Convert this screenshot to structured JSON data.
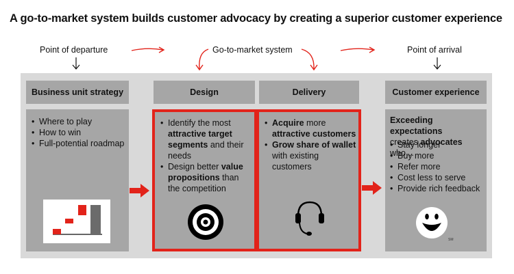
{
  "title": "A go-to-market system builds customer advocacy by creating a superior customer experience",
  "header": {
    "departure": "Point of departure",
    "system": "Go-to-market system",
    "arrival": "Point of arrival"
  },
  "columns": {
    "strategy": {
      "heading": "Business unit strategy",
      "bullets": [
        "Where to play",
        "How to win",
        "Full-potential roadmap"
      ],
      "icon": "bar-chart-icon"
    },
    "design": {
      "heading": "Design",
      "b1_pre": "Identify the most ",
      "b1_bold": "attractive target segments",
      "b1_post": " and their needs",
      "b2_pre": "Design better ",
      "b2_bold": "value propositions",
      "b2_post": " than the competition",
      "icon": "target-icon"
    },
    "delivery": {
      "heading": "Delivery",
      "b1_bold": "Acquire",
      "b1_mid": " more ",
      "b1_bold2": "attractive customers",
      "b2_bold": "Grow share of wallet",
      "b2_post": " with existing customers",
      "icon": "headset-icon"
    },
    "experience": {
      "heading": "Customer experience",
      "intro_bold": "Exceeding expectations",
      "intro_mid": "creates ",
      "intro_bold2": "advocates",
      "intro_post": " who…",
      "bullets": [
        "Stay longer",
        "Buy more",
        "Refer more",
        "Cost less to serve",
        "Provide rich feedback"
      ],
      "icon": "smiley-icon",
      "sm": "SM"
    }
  },
  "colors": {
    "red": "#e2231a",
    "panel": "#a6a6a6",
    "band": "#d9d9d9"
  }
}
